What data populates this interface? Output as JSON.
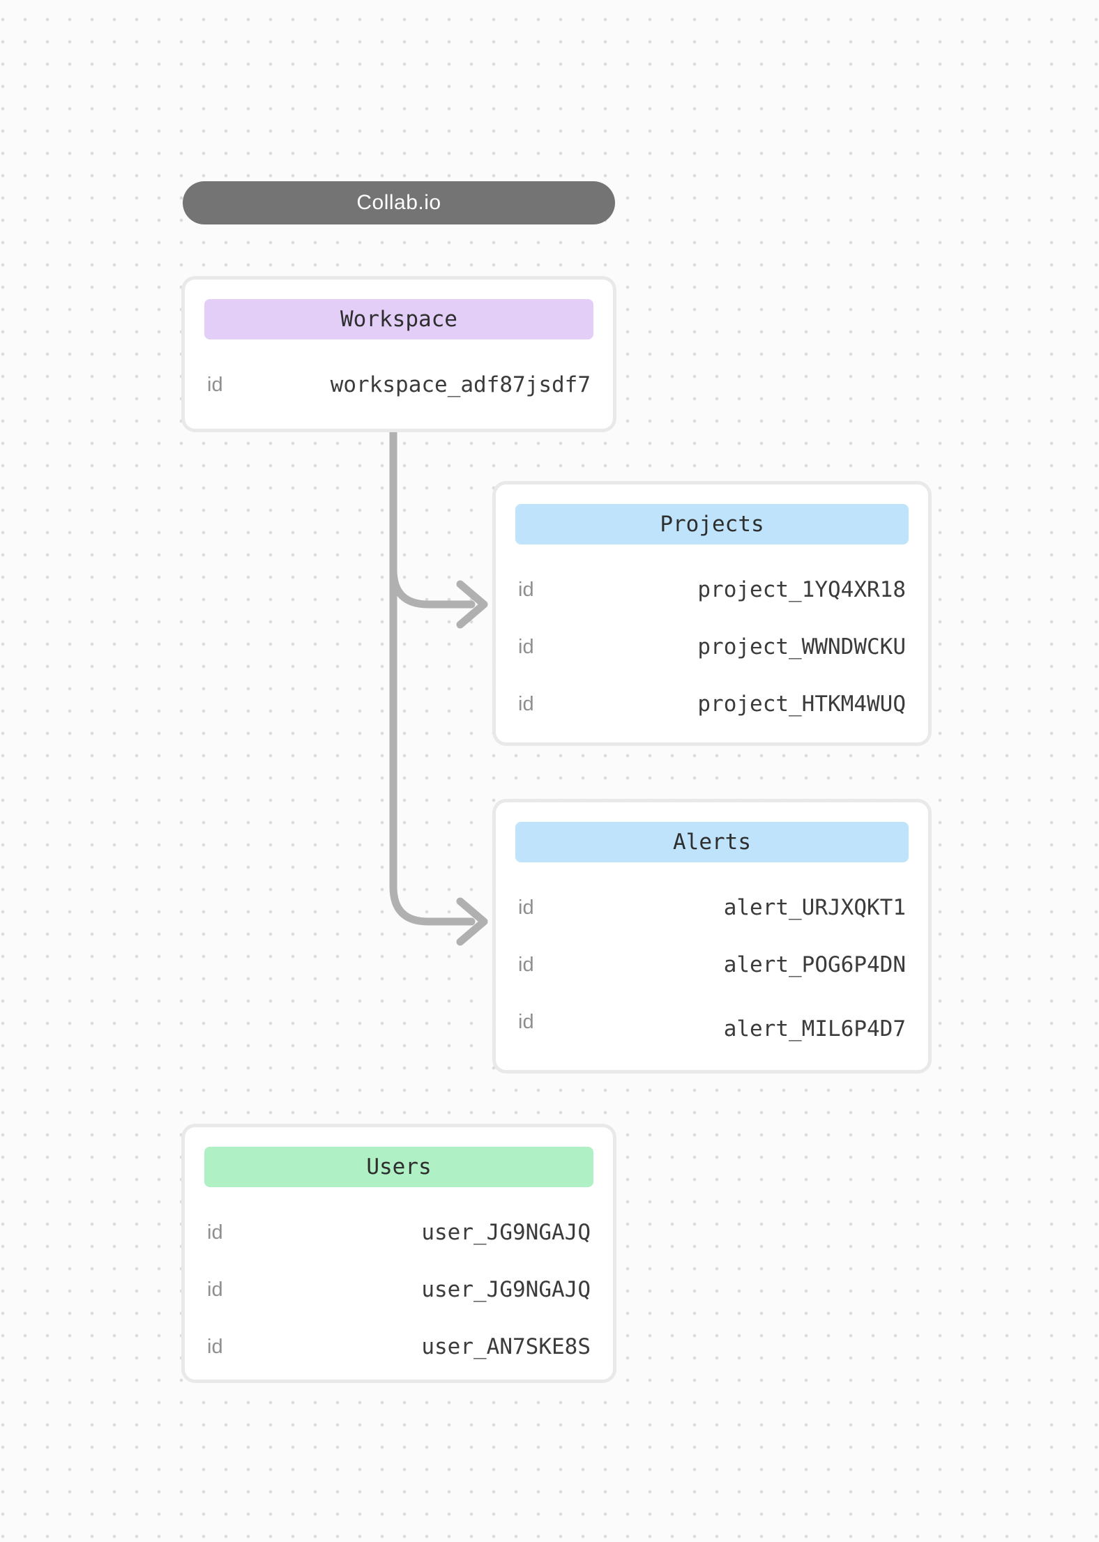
{
  "diagram": {
    "title": "Collab.io",
    "title_bg": "#747474",
    "title_text_color": "#ffffff"
  },
  "entities": [
    {
      "name": "Workspace",
      "header_bg": "#e3cef8",
      "rows": [
        {
          "key": "id",
          "value": "workspace_adf87jsdf7"
        }
      ]
    },
    {
      "name": "Projects",
      "header_bg": "#bee3fb",
      "rows": [
        {
          "key": "id",
          "value": "project_1YQ4XR18"
        },
        {
          "key": "id",
          "value": "project_WWNDWCKU"
        },
        {
          "key": "id",
          "value": "project_HTKM4WUQ"
        }
      ]
    },
    {
      "name": "Alerts",
      "header_bg": "#bee3fb",
      "rows": [
        {
          "key": "id",
          "value": "alert_URJXQKT1"
        },
        {
          "key": "id",
          "value": "alert_POG6P4DN"
        },
        {
          "key": "id",
          "value": "alert_MIL6P4D7"
        }
      ]
    },
    {
      "name": "Users",
      "header_bg": "#aff0c5",
      "rows": [
        {
          "key": "id",
          "value": "user_JG9NGAJQ"
        },
        {
          "key": "id",
          "value": "user_JG9NGAJQ"
        },
        {
          "key": "id",
          "value": "user_AN7SKE8S"
        }
      ]
    }
  ],
  "connections": [
    {
      "from": "Workspace",
      "to": "Projects"
    },
    {
      "from": "Workspace",
      "to": "Alerts"
    }
  ],
  "colors": {
    "connector": "#b0b0b0",
    "card_border": "#e9e9e9",
    "background": "#fbfbfb",
    "background_dots": "#dbdbdb"
  }
}
